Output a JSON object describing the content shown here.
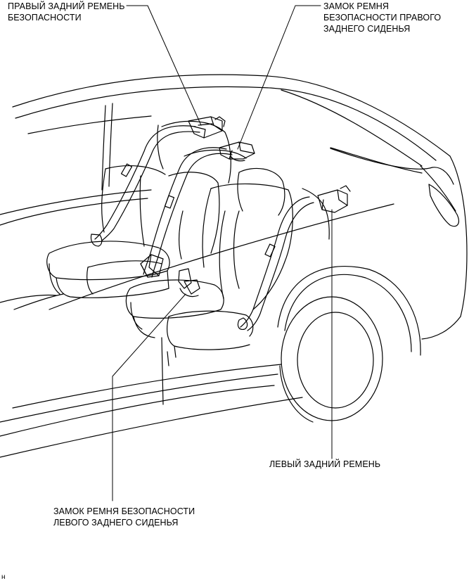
{
  "labels": {
    "right_rear_belt": [
      "ПРАВЫЙ ЗАДНИЙ РЕМЕНЬ",
      "БЕЗОПАСНОСТИ"
    ],
    "right_rear_buckle": [
      "ЗАМОК РЕМНЯ",
      "БЕЗОПАСНОСТИ ПРАВОГО",
      "ЗАДНЕГО СИДЕНЬЯ"
    ],
    "left_rear_belt": [
      "ЛЕВЫЙ ЗАДНИЙ РЕМЕНЬ"
    ],
    "left_rear_buckle": [
      "ЗАМОК РЕМНЯ БЕЗОПАСНОСТИ",
      "ЛЕВОГО ЗАДНЕГО СИДЕНЬЯ"
    ]
  },
  "corner_code": "н",
  "colors": {
    "line": "#000000",
    "background": "#ffffff"
  }
}
